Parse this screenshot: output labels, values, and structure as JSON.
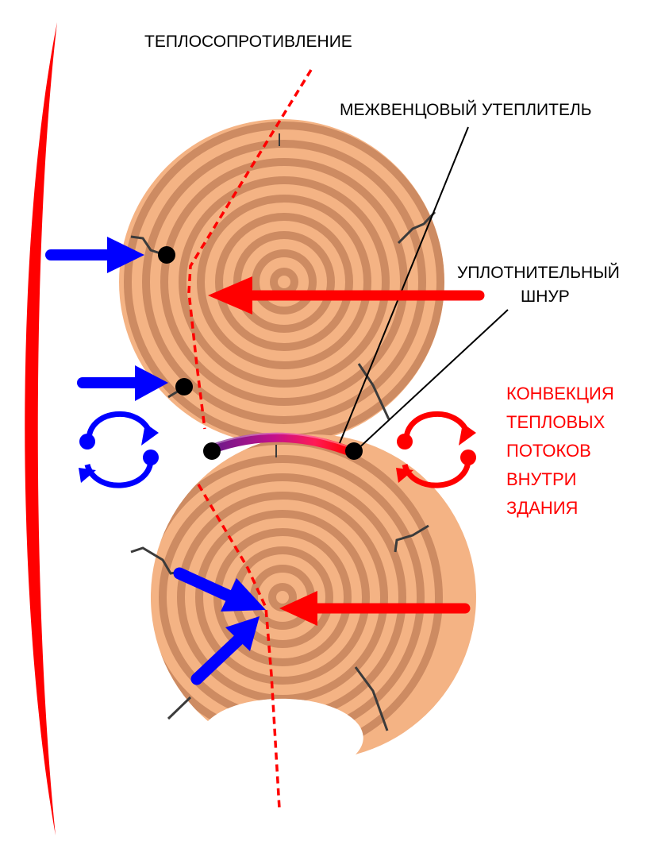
{
  "labels": {
    "thermal_resistance": "ТЕПЛОСОПРОТИВЛЕНИЕ",
    "interlog_insulation": "МЕЖВЕНЦОВЫЙ УТЕПЛИТЕЛЬ",
    "sealing_cord_line1": "УПЛОТНИТЕЛЬНЫЙ",
    "sealing_cord_line2": "ШНУР",
    "convection_lines": [
      "КОНВЕКЦИЯ",
      "ТЕПЛОВЫХ",
      "ПОТОКОВ",
      "ВНУТРИ",
      "ЗДАНИЯ"
    ]
  },
  "colors": {
    "wood_light": "#F4B384",
    "wood_ring": "#CD8B62",
    "cold": "#0000FF",
    "heat": "#FF0000",
    "crack": "#3b3b3b",
    "ink": "#000000"
  },
  "icons": {
    "cold_arrow": "arrow-right-blue",
    "heat_arrow": "arrow-left-red",
    "cold_cycle": "circular-arrows-blue",
    "heat_cycle": "circular-arrows-red"
  }
}
